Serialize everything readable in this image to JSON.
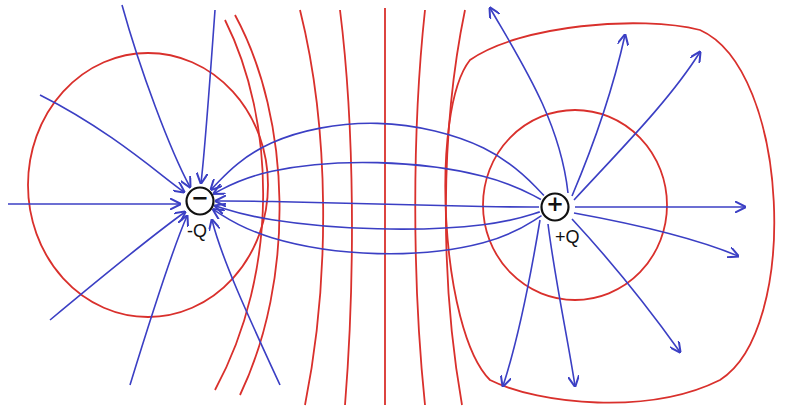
{
  "diagram": {
    "nodes": [
      {
        "text": [
          "−",
          "-Q"
        ]
      },
      {
        "text": [
          "+",
          "+Q"
        ]
      }
    ],
    "edges": [
      {
        "from": 1,
        "to": 0,
        "arrow": "to"
      },
      {
        "from": 1,
        "to": 0,
        "arrow": "to"
      },
      {
        "from": 1,
        "to": 0,
        "arrow": "to"
      },
      {
        "from": 1,
        "to": 0,
        "arrow": "to"
      },
      {
        "from": 1,
        "to": 0,
        "arrow": "to"
      }
    ]
  }
}
